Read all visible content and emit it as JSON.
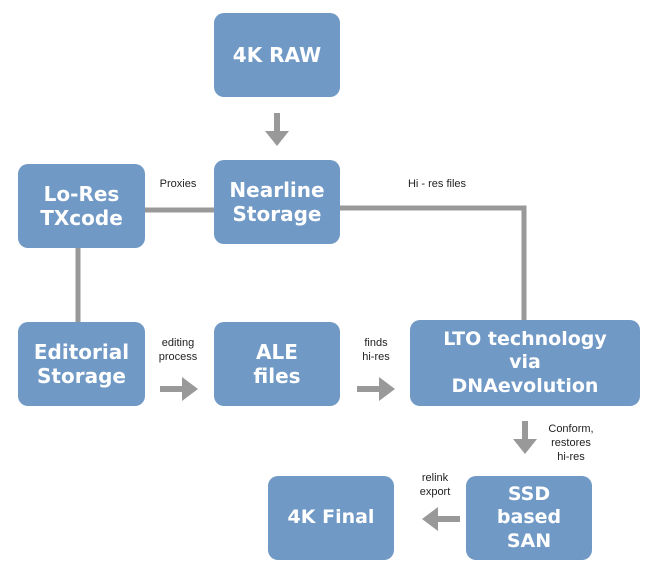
{
  "nodes": {
    "raw_4k": "4K RAW",
    "nearline_storage": "Nearline\nStorage",
    "lo_res_txcode": "Lo-Res\nTXcode",
    "editorial_storage": "Editorial\nStorage",
    "ale_files": "ALE\nfiles",
    "lto_dnaevolution": "LTO technology\nvia\nDNAevolution",
    "ssd_san": "SSD\nbased\nSAN",
    "final_4k": "4K Final"
  },
  "labels": {
    "proxies": "Proxies",
    "hi_res_files": "Hi - res files",
    "editing_process": "editing\nprocess",
    "finds_hi_res": "finds\nhi-res",
    "conform_restores": "Conform,\nrestores\nhi-res",
    "relink_export": "relink\nexport"
  },
  "colors": {
    "box": "#7099c6",
    "connector": "#999999",
    "box_text": "#ffffff",
    "label_text": "#1f1f1f"
  }
}
